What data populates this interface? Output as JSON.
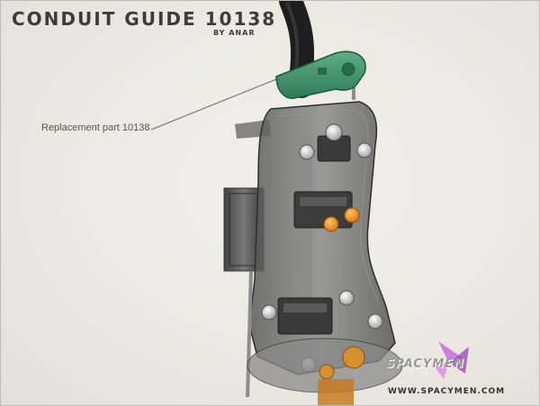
{
  "header": {
    "title": "CONDUIT GUIDE 10138",
    "byline": "BY ANAR"
  },
  "callout": {
    "label": "Replacement part 10138"
  },
  "watermark": {
    "brand": "SPACYMEN",
    "website": "WWW.SPACYMEN.COM"
  },
  "colors": {
    "background": "#ebe9e2",
    "highlight_part": "#3d8f67",
    "cable": "#1e1e1e",
    "smoked_plate": "#6e6e6e",
    "orange_spacers": "#e88a1a",
    "logo_pink": "#c86ad8"
  }
}
